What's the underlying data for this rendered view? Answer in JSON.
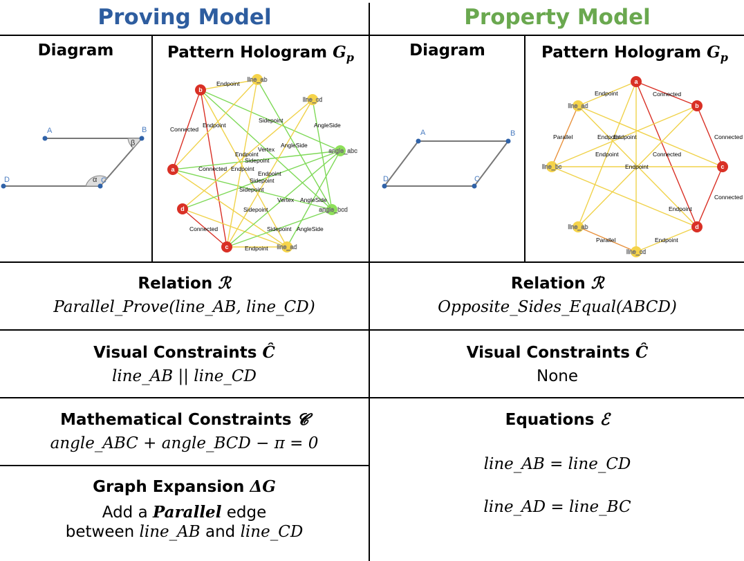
{
  "left_title": "Proving Model",
  "right_title": "Property Model",
  "colors": {
    "left_title": "#2e5d9f",
    "right_title": "#6aa84f"
  },
  "headers": {
    "diagram": "Diagram",
    "hologram": "Pattern Hologram",
    "hologram_symbol": "G",
    "hologram_sub": "p"
  },
  "proving": {
    "diagram_labels": {
      "A": "A",
      "B": "B",
      "C": "C",
      "D": "D",
      "alpha": "α",
      "beta": "β"
    },
    "relation_label": "Relation",
    "relation_symbol": "ℛ",
    "relation_expr": "Parallel_Prove(line_AB, line_CD)",
    "visual_label": "Visual Constraints",
    "visual_symbol": "Ĉ",
    "visual_expr": "line_AB || line_CD",
    "math_label": "Mathematical Constraints",
    "math_symbol": "𝓒",
    "math_expr": "angle_ABC +  angle_BCD − π = 0",
    "graph_label": "Graph Expansion",
    "graph_symbol": "ΔG",
    "graph_text_1": "Add a",
    "graph_bold": "Parallel",
    "graph_text_2": "edge",
    "graph_text_3": "between",
    "graph_math_1": "line_AB",
    "graph_text_4": "and",
    "graph_math_2": "line_CD"
  },
  "proving_hologram": {
    "nodes": {
      "b": "b",
      "a": "a",
      "d": "d",
      "c": "c",
      "line_ab": "line_ab",
      "line_cd": "line_cd",
      "angle_abc": "angle_abc",
      "angle_bcd": "angle_bcd",
      "line_ad": "line_ad"
    },
    "edge_labels": [
      "Endpoint",
      "Connected",
      "Endpoint",
      "Sidepoint",
      "AngleSide",
      "Vertex",
      "AngleSide",
      "Endpoint",
      "Sidepoint",
      "Connected",
      "Endpoint",
      "Endpoint",
      "Sidepoint",
      "Sidepoint",
      "Vertex",
      "AngleSide",
      "Sidepoint",
      "Connected",
      "Sidepoint",
      "AngleSide",
      "Endpoint"
    ]
  },
  "property": {
    "diagram_labels": {
      "A": "A",
      "B": "B",
      "C": "C",
      "D": "D"
    },
    "relation_label": "Relation",
    "relation_symbol": "ℛ",
    "relation_expr": "Opposite_Sides_Equal(ABCD)",
    "visual_label": "Visual Constraints",
    "visual_symbol": "Ĉ",
    "visual_value": "None",
    "equations_label": "Equations",
    "equations_symbol": "ℰ",
    "eq1": "line_AB =  line_CD",
    "eq2": "line_AD =  line_BC"
  },
  "property_hologram": {
    "nodes": {
      "a": "a",
      "b": "b",
      "c": "c",
      "d": "d",
      "line_ad": "line_ad",
      "line_bc": "line_bc",
      "line_ab": "line_ab",
      "line_cd": "line_cd"
    },
    "edge_labels": [
      "Endpoint",
      "Connected",
      "Parallel",
      "Endpoint",
      "Connected",
      "Endpoint",
      "Endpoint",
      "Connected",
      "Endpoint",
      "Connected",
      "Endpoint",
      "Parallel",
      "Endpoint"
    ]
  }
}
